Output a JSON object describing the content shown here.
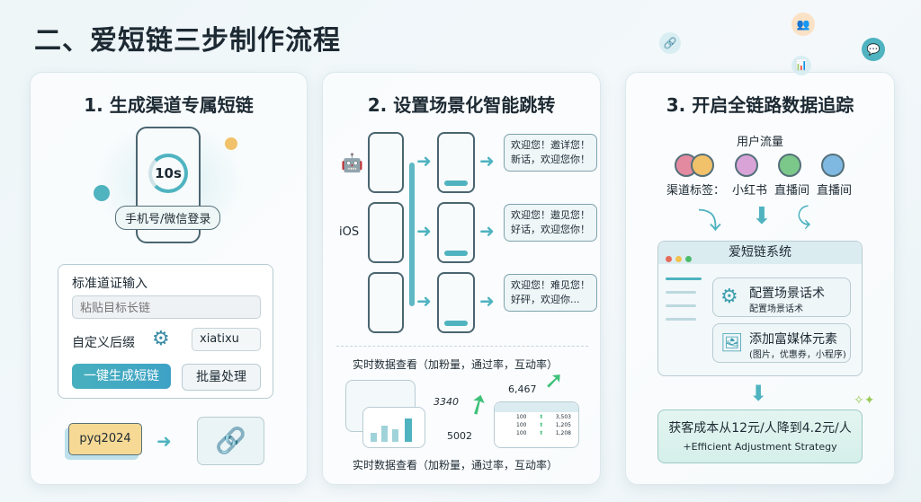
{
  "title": "二、爱短链三步制作流程",
  "step1": {
    "title": "1. 生成渠道专属短链",
    "timer": "10s",
    "login_label": "手机号/微信登录",
    "form_title": "标准道证输入",
    "url_placeholder": "粘贴目标长链",
    "suffix_label": "自定义后缀",
    "suffix_value": "xiatixu",
    "generate_button": "一键生成短链",
    "batch_button": "批量处理",
    "tag": "pyq2024"
  },
  "step2": {
    "title": "2. 设置场景化智能跳转",
    "os_label": "iOS",
    "bubbles": [
      [
        "欢迎您！邀详您！",
        "新话，欢迎您你！"
      ],
      [
        "欢迎您！遨见您！",
        "好话，欢迎您你！"
      ],
      [
        "欢迎您！难见您！",
        "好砰，欢迎你..."
      ]
    ],
    "data_title": "实时数据查看（加粉量，通过率，互动率）",
    "num1": "3340",
    "num2": "6,467",
    "num3": "5002",
    "table": [
      [
        "100",
        "3,503"
      ],
      [
        "100",
        "1,205"
      ],
      [
        "100",
        "1,208"
      ]
    ],
    "data_caption": "实时数据查看（加粉量，通过率，互动率）"
  },
  "step3": {
    "title": "3. 开启全链路数据追踪",
    "traffic": "用户流量",
    "channel_prefix": "渠道标签：",
    "channels": [
      "小红书",
      "直播间",
      "直播间"
    ],
    "system_title": "爱短链系统",
    "item1_title": "配置场景话术",
    "item1_sub": "配置场景话术",
    "item2_title": "添加富媒体元素",
    "item2_sub": "(图片，优惠券，小程序)",
    "result": "获客成本从12元/人降到4.2元/人",
    "result_sub": "+Efficient Adjustment Strategy"
  },
  "colors": {
    "accent": "#4fb3c0",
    "button": "#3fa9bd"
  }
}
